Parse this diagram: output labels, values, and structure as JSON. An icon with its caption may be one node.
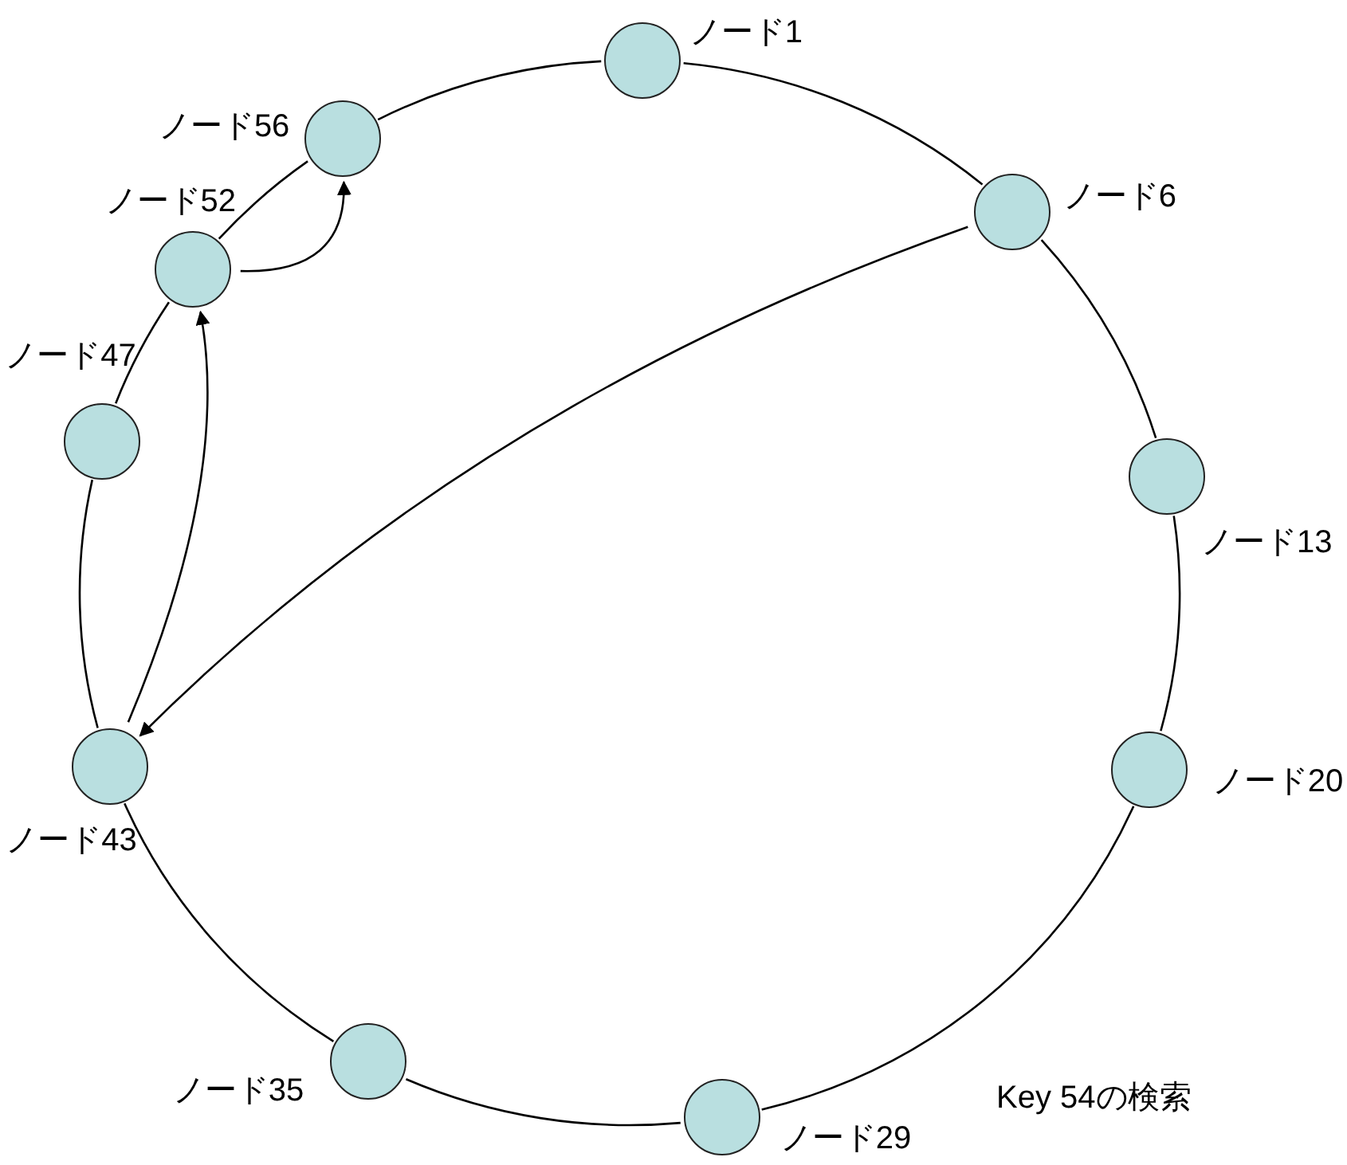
{
  "diagram": {
    "nodes": [
      {
        "text": [
          "ノード1"
        ]
      },
      {
        "text": [
          "ノード6"
        ]
      },
      {
        "text": [
          "ノード13"
        ]
      },
      {
        "text": [
          "ノード20"
        ]
      },
      {
        "text": [
          "ノード29"
        ]
      },
      {
        "text": [
          "ノード35"
        ]
      },
      {
        "text": [
          "ノード43"
        ]
      },
      {
        "text": [
          "ノード47"
        ]
      },
      {
        "text": [
          "ノード52"
        ]
      },
      {
        "text": [
          "ノード56"
        ]
      }
    ],
    "edges": [
      {
        "from": 0,
        "to": 1,
        "arrow": "none"
      },
      {
        "from": 1,
        "to": 2,
        "arrow": "none"
      },
      {
        "from": 2,
        "to": 3,
        "arrow": "none"
      },
      {
        "from": 3,
        "to": 4,
        "arrow": "none"
      },
      {
        "from": 4,
        "to": 5,
        "arrow": "none"
      },
      {
        "from": 5,
        "to": 6,
        "arrow": "none"
      },
      {
        "from": 6,
        "to": 7,
        "arrow": "none"
      },
      {
        "from": 7,
        "to": 8,
        "arrow": "none"
      },
      {
        "from": 8,
        "to": 9,
        "arrow": "none"
      },
      {
        "from": 9,
        "to": 0,
        "arrow": "none"
      },
      {
        "from": 1,
        "to": 6,
        "arrow": "to"
      },
      {
        "from": 6,
        "to": 8,
        "arrow": "to"
      },
      {
        "from": 8,
        "to": 9,
        "arrow": "to"
      }
    ],
    "labels": [
      "Key 54の検索"
    ]
  }
}
